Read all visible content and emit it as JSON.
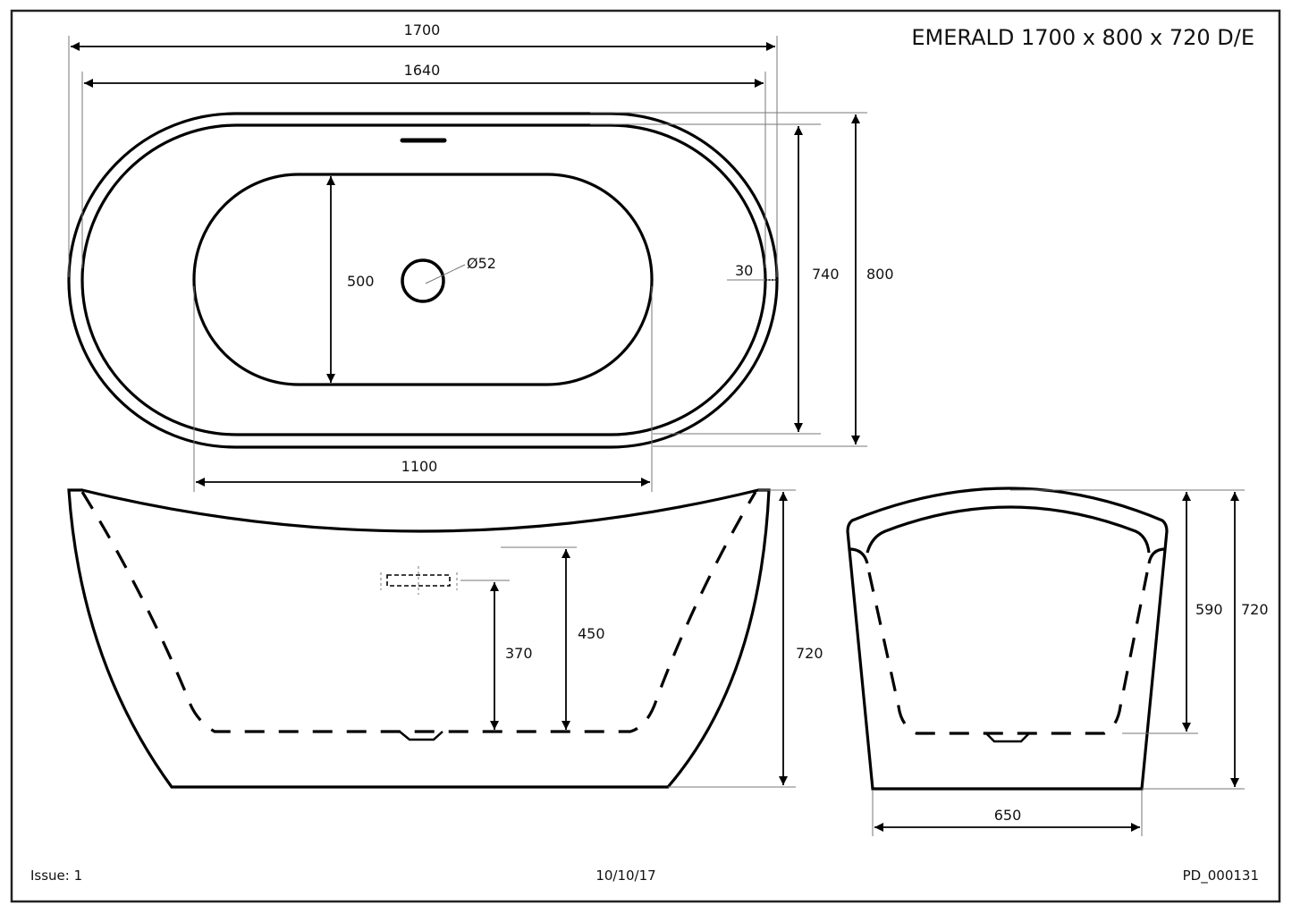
{
  "title": "EMERALD 1700 x 800 x 720 D/E",
  "footer": {
    "issue": "Issue: 1",
    "date": "10/10/17",
    "drawing_number": "PD_000131"
  },
  "plan_view": {
    "overall_length": "1700",
    "rim_inner_length": "1640",
    "base_length": "1100",
    "inner_width": "500",
    "waste_diameter": "Ø52",
    "rim_thickness": "30",
    "rim_inner_width": "740",
    "overall_width": "800"
  },
  "side_view": {
    "overflow_height": "370",
    "inner_depth_at_centre": "450",
    "overall_height": "720"
  },
  "end_view": {
    "inner_depth": "590",
    "overall_height": "720",
    "base_width": "650"
  },
  "colors": {
    "line": "#000000",
    "extension_line": "#777777",
    "background": "#ffffff"
  }
}
